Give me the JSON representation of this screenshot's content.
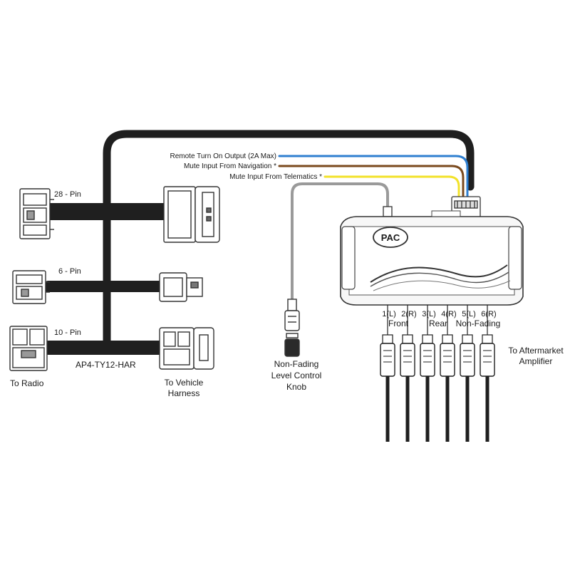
{
  "connectors": {
    "pin28": "28 - Pin",
    "pin6": "6 - Pin",
    "pin10": "10 - Pin"
  },
  "harness_name": "AP4-TY12-HAR",
  "wires": {
    "remote_turn_on": "Remote Turn On Output (2A Max)",
    "mute_nav": "Mute Input From Navigation *",
    "mute_telematics": "Mute Input From Telematics *"
  },
  "wire_colors": {
    "remote_turn_on": "#2f7fd0",
    "mute_nav": "#7a4a1e",
    "mute_telematics": "#f2e22a",
    "harness": "#1f1f1f",
    "knob_lead": "#9a9a9a"
  },
  "module": {
    "brand": "PAC"
  },
  "outputs": {
    "channels": [
      "1(L)",
      "2(R)",
      "3(L)",
      "4(R)",
      "5(L)",
      "6(R)"
    ],
    "groups": [
      "Front",
      "Rear",
      "Non-Fading"
    ]
  },
  "labels": {
    "to_radio": "To Radio",
    "to_vehicle_1": "To Vehicle",
    "to_vehicle_2": "Harness",
    "knob_1": "Non-Fading",
    "knob_2": "Level Control",
    "knob_3": "Knob",
    "amp_1": "To Aftermarket",
    "amp_2": "Amplifier"
  }
}
